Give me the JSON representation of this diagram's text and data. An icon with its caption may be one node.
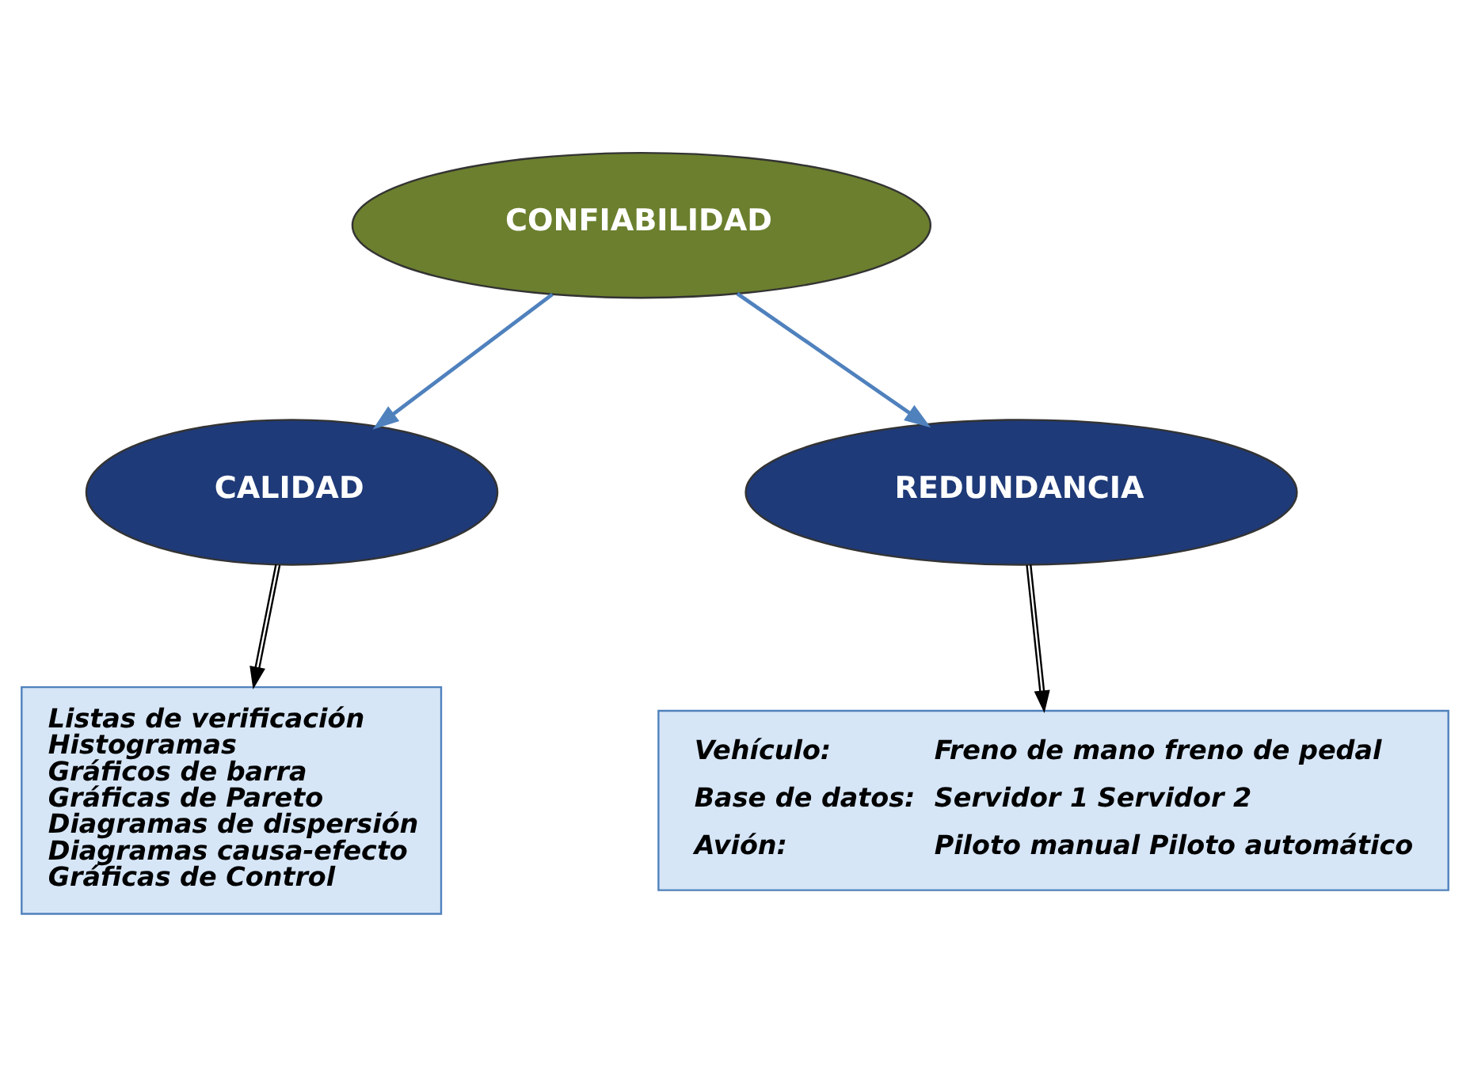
{
  "diagram": {
    "nodes": [
      {
        "text": [
          "CONFIABILIDAD"
        ]
      },
      {
        "text": [
          "CALIDAD"
        ]
      },
      {
        "text": [
          "REDUNDANCIA"
        ]
      },
      {
        "text": [
          "Listas de verificación",
          "Histogramas",
          "Gráficos de barra",
          "Gráficas de Pareto",
          "Diagramas de dispersión",
          "Diagramas causa-efecto",
          "Gráficas de Control"
        ]
      },
      {
        "text": [
          "Vehículo:",
          "Freno de mano freno de pedal",
          "Base de datos:",
          "Servidor 1 Servidor 2",
          "Avión:",
          "Piloto manual Piloto automático"
        ]
      }
    ],
    "edges": [
      {
        "from": 0,
        "to": 1,
        "arrow": "to",
        "color": "#4f81bd"
      },
      {
        "from": 0,
        "to": 2,
        "arrow": "to",
        "color": "#4f81bd"
      },
      {
        "from": 1,
        "to": 3,
        "arrow": "to",
        "color": "#000000"
      },
      {
        "from": 2,
        "to": 4,
        "arrow": "to",
        "color": "#000000"
      }
    ]
  }
}
